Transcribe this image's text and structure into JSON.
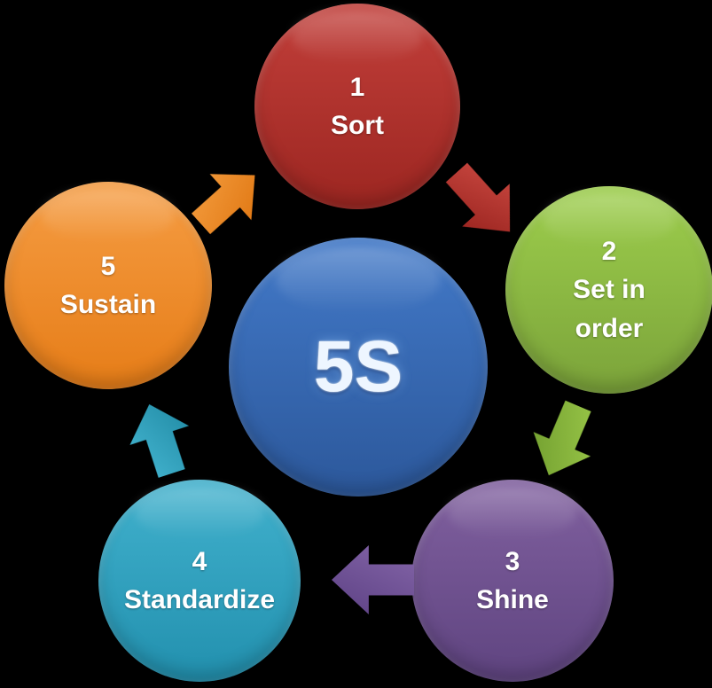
{
  "background_color": "#000000",
  "diagram": {
    "type": "cycle",
    "title": "5S",
    "center": {
      "label": "5S",
      "color_top": "#4279c8",
      "color_bottom": "#2c589b",
      "text_color": "#eef6ff"
    },
    "steps": [
      {
        "number": "1",
        "label": "Sort",
        "color_top": "#c23f3a",
        "color_bottom": "#9c2621"
      },
      {
        "number": "2",
        "label": "Set in order",
        "color_top": "#9dce4c",
        "color_bottom": "#7ba33a"
      },
      {
        "number": "3",
        "label": "Shine",
        "color_top": "#80609f",
        "color_bottom": "#5f4480"
      },
      {
        "number": "4",
        "label": "Standardize",
        "color_top": "#41b1cd",
        "color_bottom": "#2290ae"
      },
      {
        "number": "5",
        "label": "Sustain",
        "color_top": "#f59c42",
        "color_bottom": "#e67d18"
      }
    ],
    "arrows": [
      {
        "from": "Sort",
        "to": "Set in order",
        "direction": "down-right",
        "color_top": "#cc4a42",
        "color_bottom": "#9e2722"
      },
      {
        "from": "Set in order",
        "to": "Shine",
        "direction": "down-left",
        "color_top": "#9cc94a",
        "color_bottom": "#76a332"
      },
      {
        "from": "Shine",
        "to": "Standardize",
        "direction": "left",
        "color_top": "#8465a8",
        "color_bottom": "#63478a"
      },
      {
        "from": "Standardize",
        "to": "Sustain",
        "direction": "up",
        "color_top": "#45b6d2",
        "color_bottom": "#2691ab"
      },
      {
        "from": "Sustain",
        "to": "Sort",
        "direction": "up-right",
        "color_top": "#f49d3f",
        "color_bottom": "#e27b17"
      }
    ]
  }
}
